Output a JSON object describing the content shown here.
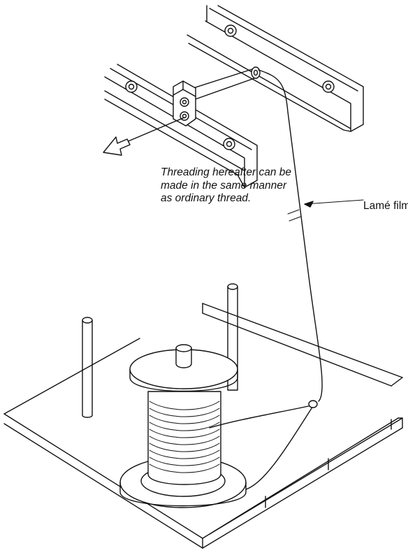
{
  "figure": {
    "note_lines": [
      "Threading hereafter can be",
      "made in the same manner",
      "as ordinary thread."
    ],
    "callout_label": "Lamé film"
  }
}
